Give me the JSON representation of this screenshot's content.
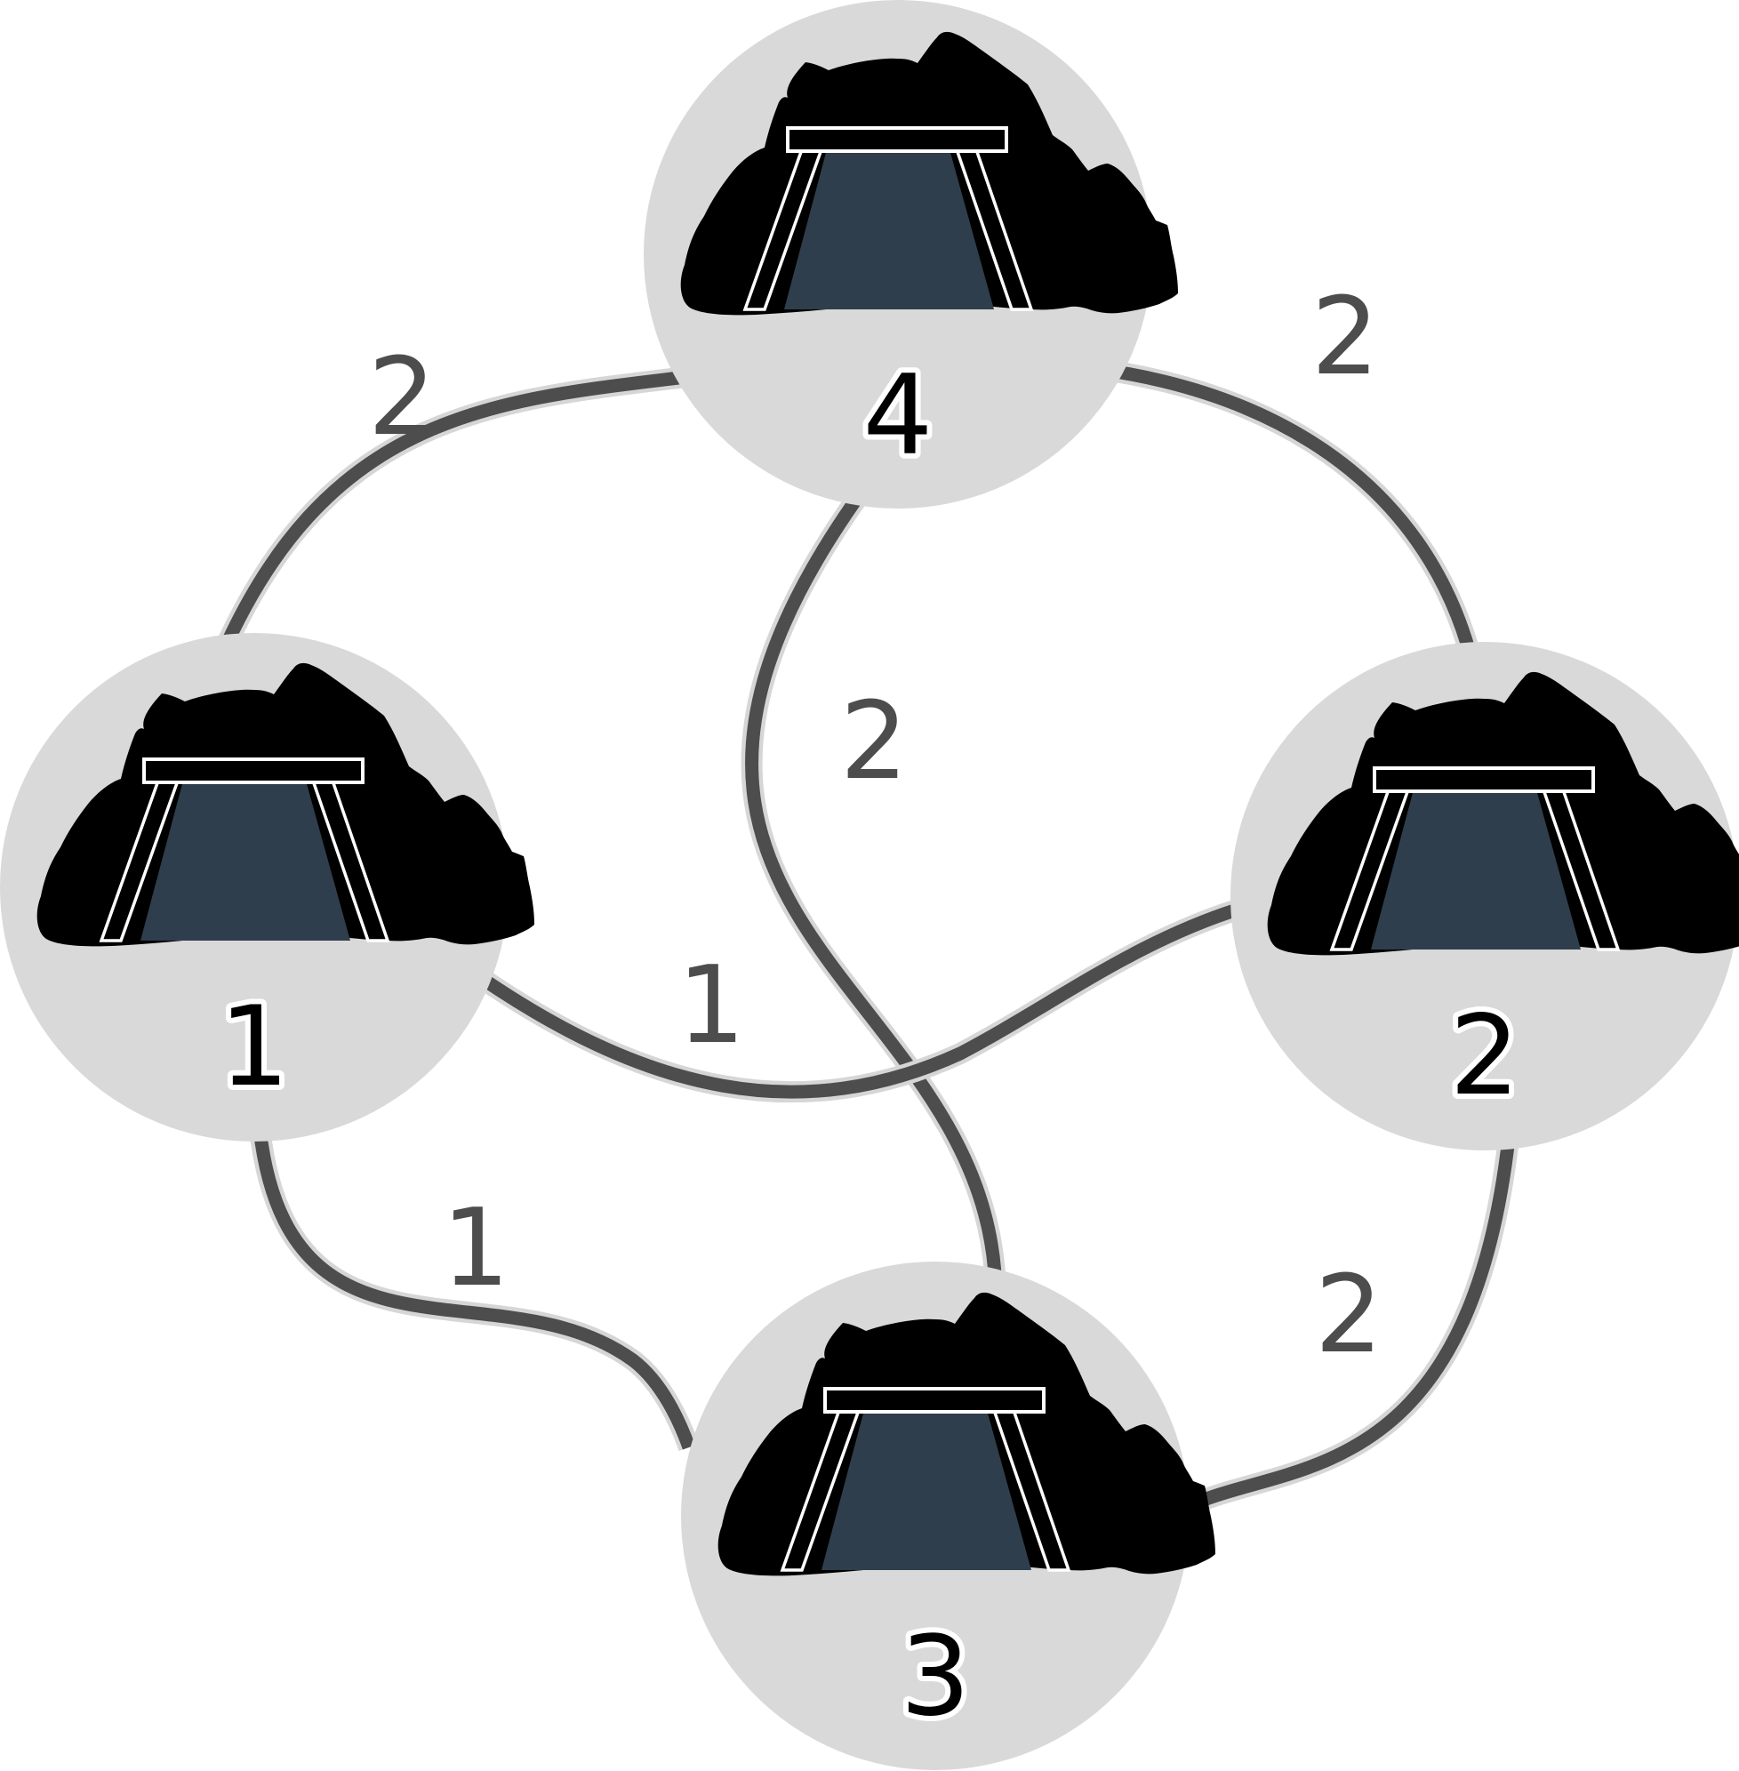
{
  "colors": {
    "background": "#ffffff",
    "node_fill": "#d9d9d9",
    "edge": "#4d4d4d",
    "edge_halo": "#d6d6d6",
    "edge_label": "#4d4d4d",
    "mine_rock": "#000000",
    "mine_opening": "#2f3e4c",
    "node_label": "#000000",
    "node_label_outline": "#ffffff"
  },
  "nodes": [
    {
      "id": "n4",
      "label": "4",
      "icon": "mine-entrance-icon"
    },
    {
      "id": "n1",
      "label": "1",
      "icon": "mine-entrance-icon"
    },
    {
      "id": "n2",
      "label": "2",
      "icon": "mine-entrance-icon"
    },
    {
      "id": "n3",
      "label": "3",
      "icon": "mine-entrance-icon"
    }
  ],
  "edges": [
    {
      "from": "n1",
      "to": "n4",
      "weight": "2"
    },
    {
      "from": "n4",
      "to": "n2",
      "weight": "2"
    },
    {
      "from": "n4",
      "to": "n3",
      "weight": "2"
    },
    {
      "from": "n1",
      "to": "n2",
      "weight": "1"
    },
    {
      "from": "n1",
      "to": "n3",
      "weight": "1"
    },
    {
      "from": "n2",
      "to": "n3",
      "weight": "2"
    }
  ]
}
